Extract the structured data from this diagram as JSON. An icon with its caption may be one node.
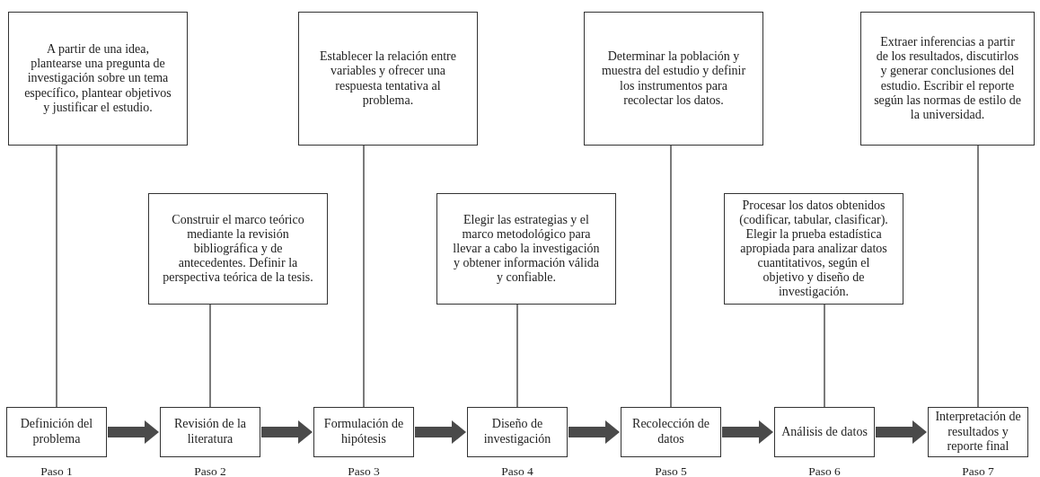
{
  "diagram": {
    "nodes": [
      {
        "text": [
          "Definición del problema"
        ],
        "beside": [
          "Paso 1"
        ]
      },
      {
        "text": [
          "Revisión de la literatura"
        ],
        "beside": [
          "Paso 2"
        ]
      },
      {
        "text": [
          "Formulación de hipótesis"
        ],
        "beside": [
          "Paso 3"
        ]
      },
      {
        "text": [
          "Diseño de investigación"
        ],
        "beside": [
          "Paso 4"
        ]
      },
      {
        "text": [
          "Recolección de datos"
        ],
        "beside": [
          "Paso 5"
        ]
      },
      {
        "text": [
          "Análisis de datos"
        ],
        "beside": [
          "Paso 6"
        ]
      },
      {
        "text": [
          "Interpretación de resultados y reporte final"
        ],
        "beside": [
          "Paso 7"
        ]
      },
      {
        "text": [
          "A partir de una idea, plantearse una pregunta de investigación sobre un tema específico, plantear objetivos y justificar el estudio."
        ]
      },
      {
        "text": [
          "Construir el marco teórico mediante la revisión bibliográfica y de antecedentes. Definir la perspectiva teórica de la tesis."
        ]
      },
      {
        "text": [
          "Establecer la relación entre variables y ofrecer una respuesta tentativa al problema."
        ]
      },
      {
        "text": [
          "Elegir las estrategias y el marco metodológico para llevar a cabo la investigación y obtener información válida y confiable."
        ]
      },
      {
        "text": [
          "Determinar la población y muestra del estudio y definir los instrumentos para recolectar los datos."
        ]
      },
      {
        "text": [
          "Procesar los datos obtenidos (codificar, tabular, clasificar). Elegir la prueba estadística apropiada para analizar datos cuantitativos, según el objetivo y diseño de investigación."
        ]
      },
      {
        "text": [
          "Extraer inferencias a partir de los resultados, discutirlos y generar conclusiones del estudio. Escribir el reporte según las normas de estilo de la universidad."
        ]
      }
    ],
    "edges": [
      {
        "from": 7,
        "to": 0,
        "arrow": "none"
      },
      {
        "from": 8,
        "to": 1,
        "arrow": "none"
      },
      {
        "from": 9,
        "to": 2,
        "arrow": "none"
      },
      {
        "from": 10,
        "to": 3,
        "arrow": "none"
      },
      {
        "from": 11,
        "to": 4,
        "arrow": "none"
      },
      {
        "from": 12,
        "to": 5,
        "arrow": "none"
      },
      {
        "from": 13,
        "to": 6,
        "arrow": "none"
      },
      {
        "from": 0,
        "to": 1,
        "arrow": "to",
        "style": "thick",
        "color": "#4a4a4a"
      },
      {
        "from": 1,
        "to": 2,
        "arrow": "to",
        "style": "thick",
        "color": "#4a4a4a"
      },
      {
        "from": 2,
        "to": 3,
        "arrow": "to",
        "style": "thick",
        "color": "#4a4a4a"
      },
      {
        "from": 3,
        "to": 4,
        "arrow": "to",
        "style": "thick",
        "color": "#4a4a4a"
      },
      {
        "from": 4,
        "to": 5,
        "arrow": "to",
        "style": "thick",
        "color": "#4a4a4a"
      },
      {
        "from": 5,
        "to": 6,
        "arrow": "to",
        "style": "thick",
        "color": "#4a4a4a"
      }
    ]
  }
}
